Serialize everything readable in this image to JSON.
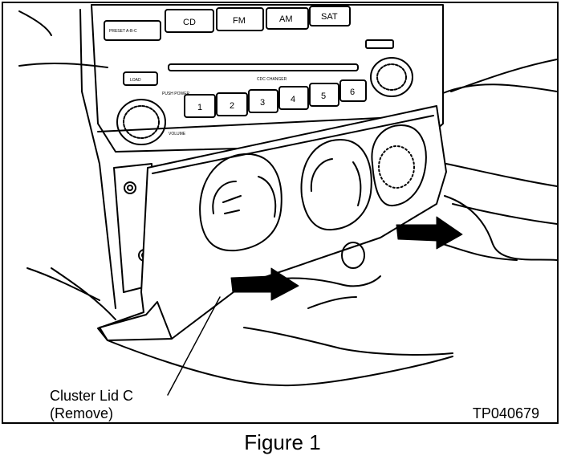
{
  "callout": {
    "part_name": "Cluster Lid C",
    "action": "(Remove)"
  },
  "reference_code": "TP040679",
  "caption": "Figure 1",
  "radio": {
    "source_buttons": [
      "CD",
      "FM",
      "AM",
      "SAT"
    ],
    "preset_label": "PRESET A-B-C",
    "load_label": "LOAD",
    "changer_label": "CDC CHANGER",
    "push_power_label": "PUSH POWER",
    "volume_label": "VOLUME",
    "preset_buttons": [
      "1",
      "2",
      "3",
      "4",
      "5",
      "6"
    ]
  }
}
